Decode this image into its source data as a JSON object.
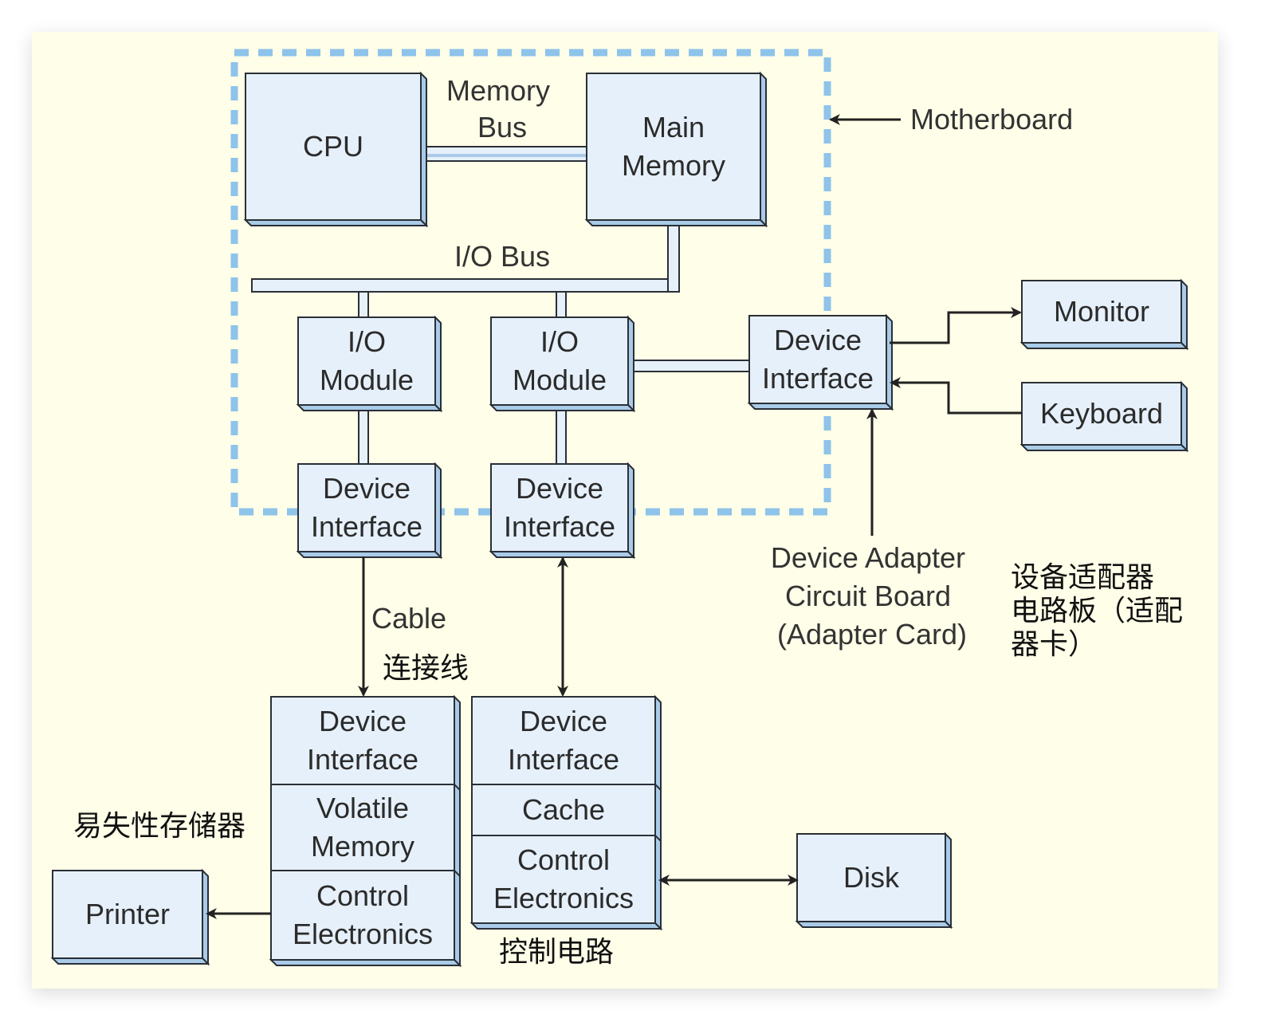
{
  "colors": {
    "background": "#fffee8",
    "box_fill": "#e6f0fa",
    "box_edge": "#a9cbe8",
    "box_stroke": "#2a2f36",
    "motherboard_dash": "#8ec3ea",
    "arrow": "#222222"
  },
  "motherboard": {
    "label": "Motherboard"
  },
  "boxes": {
    "cpu": {
      "lines": [
        "CPU"
      ]
    },
    "main_memory": {
      "lines": [
        "Main",
        "Memory"
      ]
    },
    "io_module_1": {
      "lines": [
        "I/O",
        "Module"
      ]
    },
    "io_module_2": {
      "lines": [
        "I/O",
        "Module"
      ]
    },
    "device_interface_1": {
      "lines": [
        "Device",
        "Interface"
      ]
    },
    "device_interface_2": {
      "lines": [
        "Device",
        "Interface"
      ]
    },
    "device_interface_3": {
      "lines": [
        "Device",
        "Interface"
      ]
    },
    "monitor": {
      "lines": [
        "Monitor"
      ]
    },
    "keyboard": {
      "lines": [
        "Keyboard"
      ]
    },
    "printer": {
      "lines": [
        "Printer"
      ]
    },
    "disk": {
      "lines": [
        "Disk"
      ]
    },
    "printer_controller": {
      "sections": [
        {
          "lines": [
            "Device",
            "Interface"
          ]
        },
        {
          "lines": [
            "Volatile",
            "Memory"
          ]
        },
        {
          "lines": [
            "Control",
            "Electronics"
          ]
        }
      ]
    },
    "disk_controller": {
      "sections": [
        {
          "lines": [
            "Device",
            "Interface"
          ]
        },
        {
          "lines": [
            "Cache"
          ]
        },
        {
          "lines": [
            "Control",
            "Electronics"
          ]
        }
      ]
    }
  },
  "labels": {
    "memory_bus": [
      "Memory",
      "Bus"
    ],
    "io_bus": "I/O Bus",
    "cable": "Cable",
    "cable_cn": "连接线",
    "adapter_card": [
      "Device Adapter",
      "Circuit Board",
      "(Adapter Card)"
    ],
    "adapter_card_cn": [
      "设备适配器",
      "电路板（适配",
      "器卡）"
    ],
    "volatile_memory_cn": "易失性存储器",
    "control_electronics_cn": "控制电路"
  }
}
